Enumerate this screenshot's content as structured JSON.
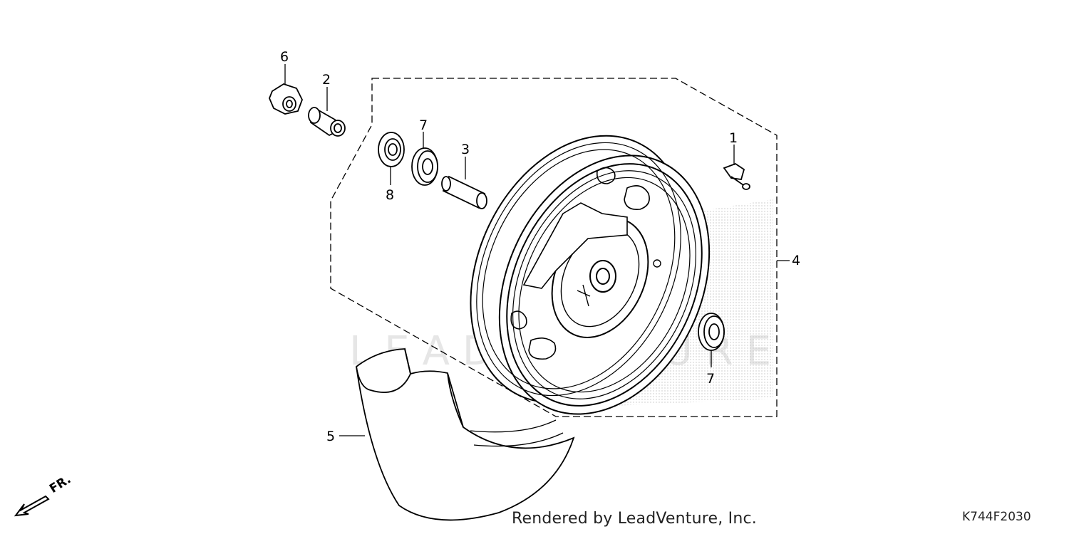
{
  "callouts": {
    "c1": "1",
    "c2": "2",
    "c3": "3",
    "c4": "4",
    "c5": "5",
    "c6": "6",
    "c7a": "7",
    "c7b": "7",
    "c8": "8"
  },
  "watermark": "LEADVENTURE",
  "footer": {
    "rendered_by": "Rendered by LeadVenture, Inc.",
    "diagram_code": "K744F2030"
  },
  "direction": {
    "label": "FR."
  }
}
